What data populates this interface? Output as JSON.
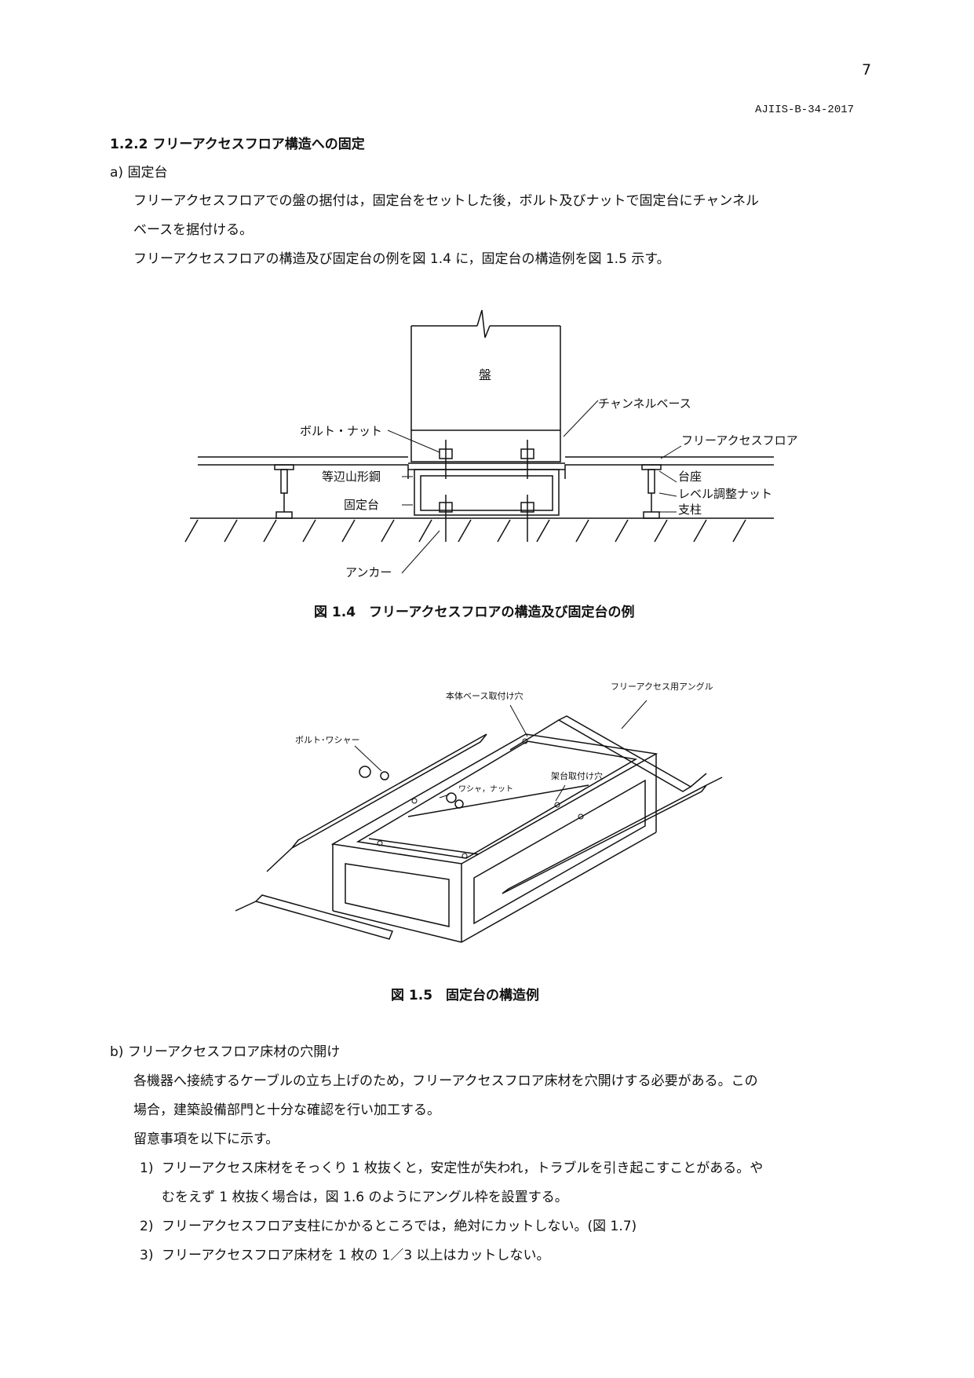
{
  "header": {
    "page_number": "7",
    "doc_code": "AJIIS-B-34-2017"
  },
  "section": {
    "heading": "1.2.2 フリーアクセスフロア構造への固定",
    "a_label": "a) 固定台",
    "a_para1_line1": "フリーアクセスフロアでの盤の据付は，固定台をセットした後，ボルト及びナットで固定台にチャンネル",
    "a_para1_line2": "ベースを据付ける。",
    "a_para2": "フリーアクセスフロアの構造及び固定台の例を図 1.4 に，固定台の構造例を図 1.5 示す。"
  },
  "figure1": {
    "labels": {
      "ban": "盤",
      "channel_base": "チャンネルベース",
      "bolt_nut": "ボルト・ナット",
      "free_access_floor": "フリーアクセスフロア",
      "angle_steel": "等辺山形鋼",
      "daiza": "台座",
      "level_nut": "レベル調整ナット",
      "kotei_dai": "固定台",
      "shichu": "支柱",
      "anchor": "アンカー"
    },
    "caption": "図 1.4　フリーアクセスフロアの構造及び固定台の例"
  },
  "figure2": {
    "labels": {
      "base_hole": "本体ベース取付け穴",
      "angle": "フリーアクセス用アングル",
      "bolt_washer": "ボルト･ワシャー",
      "washer_nut": "ワシャ，ナット",
      "frame_hole": "架台取付け穴"
    },
    "caption": "図 1.5　固定台の構造例"
  },
  "section_b": {
    "b_label": "b) フリーアクセスフロア床材の穴開け",
    "para1_line1": "各機器へ接続するケーブルの立ち上げのため，フリーアクセスフロア床材を穴開けする必要がある。この",
    "para1_line2": "場合，建築設備部門と十分な確認を行い加工する。",
    "para2": "留意事項を以下に示す。",
    "items": [
      {
        "num": "1)",
        "line1": "フリーアクセス床材をそっくり 1 枚抜くと，安定性が失われ，トラブルを引き起こすことがある。や",
        "line2": "むをえず 1 枚抜く場合は，図 1.6 のようにアングル枠を設置する。"
      },
      {
        "num": "2)",
        "line1": "フリーアクセスフロア支柱にかかるところでは，絶対にカットしない。(図 1.7)"
      },
      {
        "num": "3)",
        "line1": "フリーアクセスフロア床材を 1 枚の 1／3 以上はカットしない。"
      }
    ]
  }
}
